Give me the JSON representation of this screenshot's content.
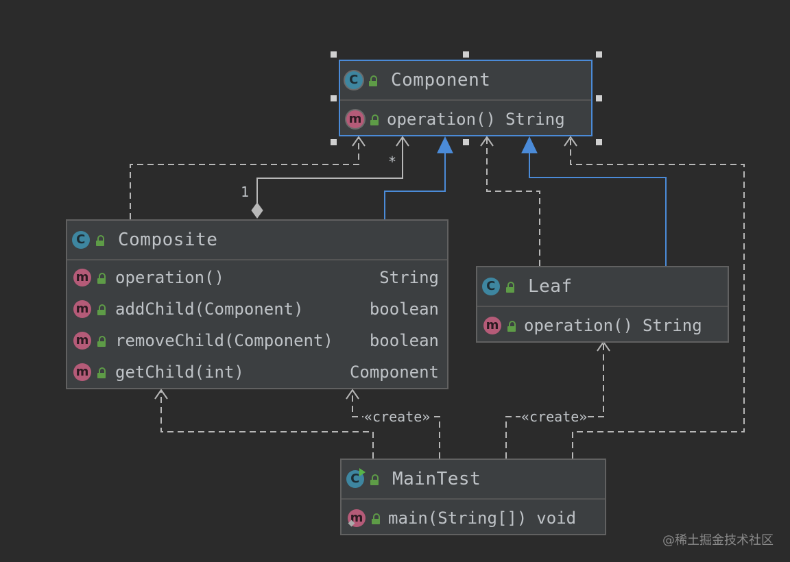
{
  "classes": {
    "component": {
      "name": "Component",
      "badge": "C",
      "methods": [
        {
          "name": "operation()",
          "type": "String",
          "badge": "m"
        }
      ]
    },
    "composite": {
      "name": "Composite",
      "badge": "C",
      "methods": [
        {
          "name": "operation()",
          "type": "String",
          "badge": "m"
        },
        {
          "name": "addChild(Component)",
          "type": "boolean",
          "badge": "m"
        },
        {
          "name": "removeChild(Component)",
          "type": "boolean",
          "badge": "m"
        },
        {
          "name": "getChild(int)",
          "type": "Component",
          "badge": "m"
        }
      ]
    },
    "leaf": {
      "name": "Leaf",
      "badge": "C",
      "methods": [
        {
          "name": "operation()",
          "type": "String",
          "badge": "m"
        }
      ]
    },
    "maintest": {
      "name": "MainTest",
      "badge": "C",
      "methods": [
        {
          "name": "main(String[])",
          "type": "void",
          "badge": "m"
        }
      ]
    }
  },
  "edges": {
    "multiplicity_one": "1",
    "multiplicity_many": "*",
    "create_label_1": "«create»",
    "create_label_2": "«create»"
  },
  "watermark": "@稀土掘金技术社区",
  "colors": {
    "background": "#2b2b2b",
    "box": "#3c3f41",
    "selection": "#4b8bd8",
    "inheritance": "#4b8bd8",
    "class_badge": "#3e86a0",
    "method_badge": "#b55b78",
    "lock": "#5e9c47"
  },
  "icons": [
    "class-icon",
    "method-icon",
    "public-lock-icon",
    "run-icon"
  ]
}
